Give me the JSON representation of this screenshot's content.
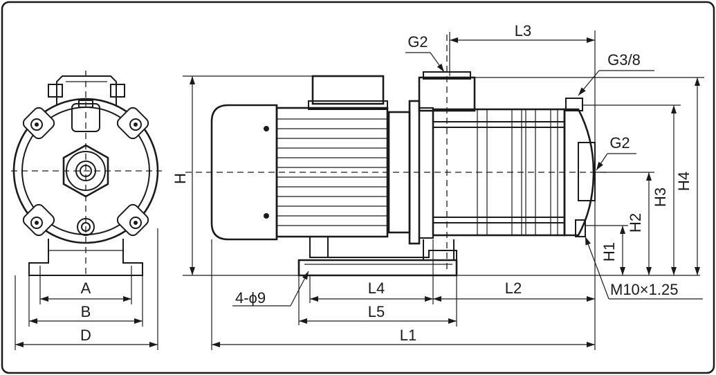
{
  "labels": {
    "A": "A",
    "B": "B",
    "D": "D",
    "H": "H",
    "H1": "H1",
    "H2": "H2",
    "H3": "H3",
    "H4": "H4",
    "L1": "L1",
    "L2": "L2",
    "L3": "L3",
    "L4": "L4",
    "L5": "L5",
    "G2_top": "G2",
    "G3_8": "G3/8",
    "G2_side": "G2",
    "holes": "4-ϕ9",
    "bolt": "M10×1.25"
  },
  "colors": {
    "line": "#1a1a1a",
    "background": "#ffffff"
  }
}
